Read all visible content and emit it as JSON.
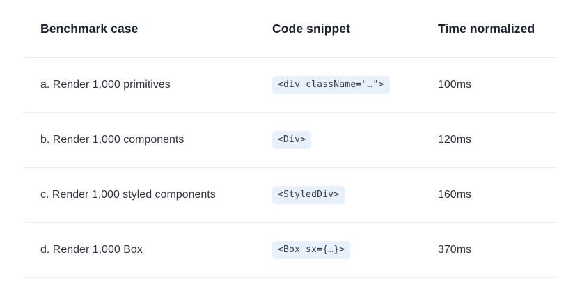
{
  "table": {
    "columns": [
      {
        "key": "case",
        "label": "Benchmark case"
      },
      {
        "key": "snippet",
        "label": "Code snippet"
      },
      {
        "key": "time",
        "label": "Time normalized"
      }
    ],
    "rows": [
      {
        "case": "a. Render 1,000 primitives",
        "snippet": "<div className=\"…\">",
        "time": "100ms"
      },
      {
        "case": "b. Render 1,000 components",
        "snippet": "<Div>",
        "time": "120ms"
      },
      {
        "case": "c. Render 1,000 styled components",
        "snippet": "<StyledDiv>",
        "time": "160ms"
      },
      {
        "case": "d. Render 1,000 Box",
        "snippet": "<Box sx={…}>",
        "time": "370ms"
      }
    ]
  },
  "colors": {
    "page_background": "#ffffff",
    "header_text": "#1b2230",
    "body_text": "#2f3541",
    "divider": "#ecedef",
    "code_chip_background": "#e7f0fb",
    "code_chip_text": "#333a47"
  }
}
